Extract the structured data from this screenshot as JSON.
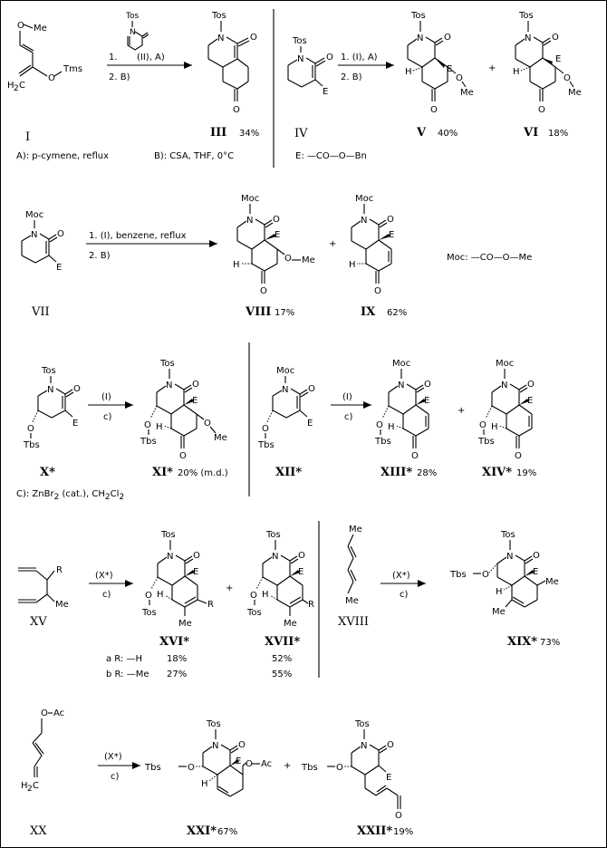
{
  "labels": {
    "I": "I",
    "III": "III",
    "IV": "IV",
    "V": "V",
    "VI": "VI",
    "VII": "VII",
    "VIII": "VIII",
    "IX": "IX",
    "X": "X*",
    "XI": "XI*",
    "XII": "XII*",
    "XIII": "XIII*",
    "XIV": "XIV*",
    "XV": "XV",
    "XVI": "XVI*",
    "XVII": "XVII*",
    "XVIII": "XVIII",
    "XIX": "XIX*",
    "XX": "XX",
    "XXI": "XXI*",
    "XXII": "XXII*"
  },
  "yields": {
    "III": "34%",
    "V": "40%",
    "VI": "18%",
    "VIII": "17%",
    "IX": "62%",
    "XI": "20% (m.d.)",
    "XIII": "28%",
    "XIV": "19%",
    "XVI_a": "18%",
    "XVI_b": "27%",
    "XVII_a": "52%",
    "XVII_b": "55%",
    "XIX": "73%",
    "XXI": "67%",
    "XXII": "19%"
  },
  "conditions": {
    "r1_step1": "1.",
    "r1_step1_detail": "(II), A)",
    "r1_step2": "2. B)",
    "r2_step1": "1. (I), A)",
    "r2_step2": "2. B)",
    "r3_step1": "1. (I), benzene, reflux",
    "r3_step2": "2. B)",
    "r4_top": "(I)",
    "r4_bottom": "c)",
    "r5_top": "(I)",
    "r5_bottom": "c)",
    "r6_top": "(X*)",
    "r6_bottom": "c)",
    "r7_top": "(X*)",
    "r7_bottom": "c)",
    "r8_top": "(X*)",
    "r8_bottom": "c)"
  },
  "notes": {
    "A": "A): p-cymene, reflux",
    "B": "B): CSA, THF, 0°C",
    "E": "E: —CO—O—Bn",
    "Moc": "Moc: —CO—O—Me",
    "C_prefix": "C): ZnBr",
    "C_sub": "2",
    "C_suffix": " (cat.), CH",
    "C_sub2": "2",
    "C_end": "Cl",
    "C_sub3": "2",
    "row_a": "a R: —H",
    "row_b": "b R: —Me"
  },
  "atoms": {
    "Tos": "Tos",
    "Moc": "Moc",
    "Tbs": "Tbs",
    "Me": "Me",
    "Tms": "Tms",
    "E": "E",
    "O": "O",
    "N": "N",
    "H": "H",
    "R": "R",
    "Ac": "Ac",
    "H2C": "H",
    "two": "2",
    "C": "C"
  }
}
